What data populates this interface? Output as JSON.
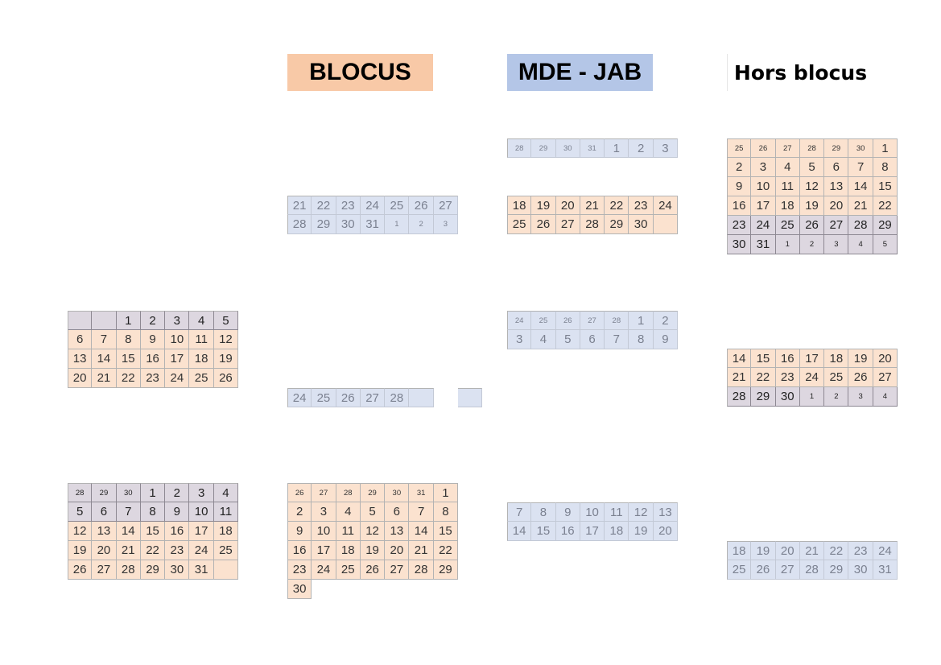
{
  "legend": {
    "blocus": "BLOCUS",
    "mde_jab": "MDE - JAB",
    "hors_blocus": "Hors blocus"
  },
  "colors": {
    "blocus": "#f8c9a7",
    "mde_jab": "#b4c6e7",
    "orange_cell": "#fbe2cf",
    "blue_cell": "#dbe2f1",
    "grey_cell": "#ddd7e0"
  },
  "calendars": [
    {
      "id": "c1",
      "rows": [
        [
          [
            "",
            "g"
          ],
          [
            "",
            "g"
          ],
          [
            "1",
            "g"
          ],
          [
            "2",
            "g"
          ],
          [
            "3",
            "g"
          ],
          [
            "4",
            "g"
          ],
          [
            "5",
            "g"
          ]
        ],
        [
          [
            "6",
            "o"
          ],
          [
            "7",
            "o"
          ],
          [
            "8",
            "o"
          ],
          [
            "9",
            "o"
          ],
          [
            "10",
            "o"
          ],
          [
            "11",
            "o"
          ],
          [
            "12",
            "o"
          ]
        ],
        [
          [
            "13",
            "o"
          ],
          [
            "14",
            "o"
          ],
          [
            "15",
            "o"
          ],
          [
            "16",
            "o"
          ],
          [
            "17",
            "o"
          ],
          [
            "18",
            "o"
          ],
          [
            "19",
            "o"
          ]
        ],
        [
          [
            "20",
            "o"
          ],
          [
            "21",
            "o"
          ],
          [
            "22",
            "o"
          ],
          [
            "23",
            "o"
          ],
          [
            "24",
            "o"
          ],
          [
            "25",
            "o"
          ],
          [
            "26",
            "o"
          ]
        ]
      ]
    },
    {
      "id": "c2",
      "rows": [
        [
          [
            "28",
            "g s"
          ],
          [
            "29",
            "g s"
          ],
          [
            "30",
            "g s"
          ],
          [
            "1",
            "g"
          ],
          [
            "2",
            "g"
          ],
          [
            "3",
            "g"
          ],
          [
            "4",
            "g"
          ]
        ],
        [
          [
            "5",
            "g"
          ],
          [
            "6",
            "g"
          ],
          [
            "7",
            "g"
          ],
          [
            "8",
            "g"
          ],
          [
            "9",
            "g"
          ],
          [
            "10",
            "g"
          ],
          [
            "11",
            "g"
          ]
        ],
        [
          [
            "12",
            "o"
          ],
          [
            "13",
            "o"
          ],
          [
            "14",
            "o"
          ],
          [
            "15",
            "o"
          ],
          [
            "16",
            "o"
          ],
          [
            "17",
            "o"
          ],
          [
            "18",
            "o"
          ]
        ],
        [
          [
            "19",
            "o"
          ],
          [
            "20",
            "o"
          ],
          [
            "21",
            "o"
          ],
          [
            "22",
            "o"
          ],
          [
            "23",
            "o"
          ],
          [
            "24",
            "o"
          ],
          [
            "25",
            "o"
          ]
        ],
        [
          [
            "26",
            "o"
          ],
          [
            "27",
            "o"
          ],
          [
            "28",
            "o"
          ],
          [
            "29",
            "o"
          ],
          [
            "30",
            "o"
          ],
          [
            "31",
            "o"
          ],
          [
            "",
            "o"
          ]
        ]
      ]
    },
    {
      "id": "c3",
      "rows": [
        [
          [
            "21",
            "b"
          ],
          [
            "22",
            "b"
          ],
          [
            "23",
            "b"
          ],
          [
            "24",
            "b"
          ],
          [
            "25",
            "b"
          ],
          [
            "26",
            "b"
          ],
          [
            "27",
            "b"
          ]
        ],
        [
          [
            "28",
            "b"
          ],
          [
            "29",
            "b"
          ],
          [
            "30",
            "b"
          ],
          [
            "31",
            "b"
          ],
          [
            "1",
            "b s"
          ],
          [
            "2",
            "b s"
          ],
          [
            "3",
            "b s"
          ]
        ]
      ]
    },
    {
      "id": "c4",
      "rows": [
        [
          [
            "24",
            "b"
          ],
          [
            "25",
            "b"
          ],
          [
            "26",
            "b"
          ],
          [
            "27",
            "b"
          ],
          [
            "28",
            "b"
          ],
          [
            "",
            "b"
          ],
          [
            "",
            "w"
          ],
          [
            "",
            "b"
          ]
        ]
      ]
    },
    {
      "id": "c5",
      "rows": [
        [
          [
            "26",
            "o s"
          ],
          [
            "27",
            "o s"
          ],
          [
            "28",
            "o s"
          ],
          [
            "29",
            "o s"
          ],
          [
            "30",
            "o s"
          ],
          [
            "31",
            "o s"
          ],
          [
            "1",
            "o"
          ]
        ],
        [
          [
            "2",
            "o"
          ],
          [
            "3",
            "o"
          ],
          [
            "4",
            "o"
          ],
          [
            "5",
            "o"
          ],
          [
            "6",
            "o"
          ],
          [
            "7",
            "o"
          ],
          [
            "8",
            "o"
          ]
        ],
        [
          [
            "9",
            "o"
          ],
          [
            "10",
            "o"
          ],
          [
            "11",
            "o"
          ],
          [
            "12",
            "o"
          ],
          [
            "13",
            "o"
          ],
          [
            "14",
            "o"
          ],
          [
            "15",
            "o"
          ]
        ],
        [
          [
            "16",
            "o"
          ],
          [
            "17",
            "o"
          ],
          [
            "18",
            "o"
          ],
          [
            "19",
            "o"
          ],
          [
            "20",
            "o"
          ],
          [
            "21",
            "o"
          ],
          [
            "22",
            "o"
          ]
        ],
        [
          [
            "23",
            "o"
          ],
          [
            "24",
            "o"
          ],
          [
            "25",
            "o"
          ],
          [
            "26",
            "o"
          ],
          [
            "27",
            "o"
          ],
          [
            "28",
            "o"
          ],
          [
            "29",
            "o"
          ]
        ],
        [
          [
            "30",
            "o"
          ]
        ]
      ]
    },
    {
      "id": "c6",
      "rows": [
        [
          [
            "28",
            "b s"
          ],
          [
            "29",
            "b s"
          ],
          [
            "30",
            "b s"
          ],
          [
            "31",
            "b s"
          ],
          [
            "1",
            "b"
          ],
          [
            "2",
            "b"
          ],
          [
            "3",
            "b"
          ]
        ]
      ]
    },
    {
      "id": "c7",
      "rows": [
        [
          [
            "18",
            "o"
          ],
          [
            "19",
            "o"
          ],
          [
            "20",
            "o"
          ],
          [
            "21",
            "o"
          ],
          [
            "22",
            "o"
          ],
          [
            "23",
            "o"
          ],
          [
            "24",
            "o"
          ]
        ],
        [
          [
            "25",
            "o"
          ],
          [
            "26",
            "o"
          ],
          [
            "27",
            "o"
          ],
          [
            "28",
            "o"
          ],
          [
            "29",
            "o"
          ],
          [
            "30",
            "o"
          ],
          [
            "",
            "o"
          ]
        ]
      ]
    },
    {
      "id": "c8",
      "rows": [
        [
          [
            "24",
            "b s"
          ],
          [
            "25",
            "b s"
          ],
          [
            "26",
            "b s"
          ],
          [
            "27",
            "b s"
          ],
          [
            "28",
            "b s"
          ],
          [
            "1",
            "b"
          ],
          [
            "2",
            "b"
          ]
        ],
        [
          [
            "3",
            "b"
          ],
          [
            "4",
            "b"
          ],
          [
            "5",
            "b"
          ],
          [
            "6",
            "b"
          ],
          [
            "7",
            "b"
          ],
          [
            "8",
            "b"
          ],
          [
            "9",
            "b"
          ]
        ]
      ]
    },
    {
      "id": "c9",
      "rows": [
        [
          [
            "7",
            "b"
          ],
          [
            "8",
            "b"
          ],
          [
            "9",
            "b"
          ],
          [
            "10",
            "b"
          ],
          [
            "11",
            "b"
          ],
          [
            "12",
            "b"
          ],
          [
            "13",
            "b"
          ]
        ],
        [
          [
            "14",
            "b"
          ],
          [
            "15",
            "b"
          ],
          [
            "16",
            "b"
          ],
          [
            "17",
            "b"
          ],
          [
            "18",
            "b"
          ],
          [
            "19",
            "b"
          ],
          [
            "20",
            "b"
          ]
        ]
      ]
    },
    {
      "id": "c10",
      "rows": [
        [
          [
            "25",
            "o s"
          ],
          [
            "26",
            "o s"
          ],
          [
            "27",
            "o s"
          ],
          [
            "28",
            "o s"
          ],
          [
            "29",
            "o s"
          ],
          [
            "30",
            "o s"
          ],
          [
            "1",
            "o"
          ]
        ],
        [
          [
            "2",
            "o"
          ],
          [
            "3",
            "o"
          ],
          [
            "4",
            "o"
          ],
          [
            "5",
            "o"
          ],
          [
            "6",
            "o"
          ],
          [
            "7",
            "o"
          ],
          [
            "8",
            "o"
          ]
        ],
        [
          [
            "9",
            "o"
          ],
          [
            "10",
            "o"
          ],
          [
            "11",
            "o"
          ],
          [
            "12",
            "o"
          ],
          [
            "13",
            "o"
          ],
          [
            "14",
            "o"
          ],
          [
            "15",
            "o"
          ]
        ],
        [
          [
            "16",
            "o"
          ],
          [
            "17",
            "o"
          ],
          [
            "18",
            "o"
          ],
          [
            "19",
            "o"
          ],
          [
            "20",
            "o"
          ],
          [
            "21",
            "o"
          ],
          [
            "22",
            "o"
          ]
        ],
        [
          [
            "23",
            "g"
          ],
          [
            "24",
            "g"
          ],
          [
            "25",
            "g"
          ],
          [
            "26",
            "g"
          ],
          [
            "27",
            "g"
          ],
          [
            "28",
            "g"
          ],
          [
            "29",
            "g"
          ]
        ],
        [
          [
            "30",
            "g"
          ],
          [
            "31",
            "g"
          ],
          [
            "1",
            "g s"
          ],
          [
            "2",
            "g s"
          ],
          [
            "3",
            "g s"
          ],
          [
            "4",
            "g s"
          ],
          [
            "5",
            "g s"
          ]
        ]
      ]
    },
    {
      "id": "c11",
      "rows": [
        [
          [
            "14",
            "o"
          ],
          [
            "15",
            "o"
          ],
          [
            "16",
            "o"
          ],
          [
            "17",
            "o"
          ],
          [
            "18",
            "o"
          ],
          [
            "19",
            "o"
          ],
          [
            "20",
            "o"
          ]
        ],
        [
          [
            "21",
            "o"
          ],
          [
            "22",
            "o"
          ],
          [
            "23",
            "o"
          ],
          [
            "24",
            "o"
          ],
          [
            "25",
            "o"
          ],
          [
            "26",
            "o"
          ],
          [
            "27",
            "o"
          ]
        ],
        [
          [
            "28",
            "g"
          ],
          [
            "29",
            "g"
          ],
          [
            "30",
            "g"
          ],
          [
            "1",
            "g s"
          ],
          [
            "2",
            "g s"
          ],
          [
            "3",
            "g s"
          ],
          [
            "4",
            "g s"
          ]
        ]
      ]
    },
    {
      "id": "c12",
      "rows": [
        [
          [
            "18",
            "b"
          ],
          [
            "19",
            "b"
          ],
          [
            "20",
            "b"
          ],
          [
            "21",
            "b"
          ],
          [
            "22",
            "b"
          ],
          [
            "23",
            "b"
          ],
          [
            "24",
            "b"
          ]
        ],
        [
          [
            "25",
            "b"
          ],
          [
            "26",
            "b"
          ],
          [
            "27",
            "b"
          ],
          [
            "28",
            "b"
          ],
          [
            "29",
            "b"
          ],
          [
            "30",
            "b"
          ],
          [
            "31",
            "b"
          ]
        ]
      ]
    }
  ]
}
